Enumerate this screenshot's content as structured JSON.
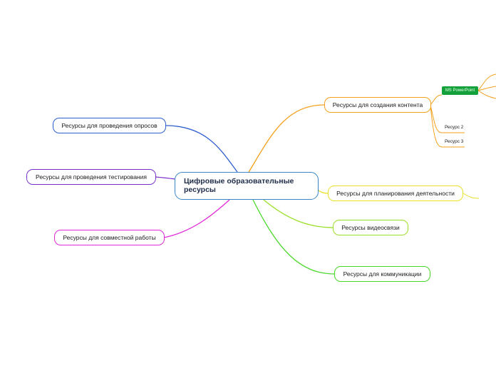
{
  "central": {
    "title_line1": "Цифровые образовательные",
    "title_line2": "ресурсы"
  },
  "branches": {
    "content_creation": "Ресурсы для создания контента",
    "planning": "Ресурсы для планирования деятельности",
    "video": "Ресурсы видеосвязи",
    "communication": "Ресурсы для коммуникации",
    "surveys": "Ресурсы для проведения опросов",
    "testing": "Ресурсы для проведения тестирования",
    "collaboration": "Ресурсы для совместной работы"
  },
  "subtopics": {
    "ms_powerpoint": "MS PowerPoint",
    "resource2": "Ресурс 2",
    "resource3": "Ресурс 3"
  },
  "colors": {
    "content_creation": "#f4a11d",
    "planning": "#ebe02a",
    "video": "#9be02a",
    "communication": "#4ad82a",
    "surveys": "#2f5fd0",
    "testing": "#7a2fc8",
    "collaboration": "#e02ad8",
    "central_border": "#3a86c8",
    "powerpoint_fill": "#12a13a"
  }
}
